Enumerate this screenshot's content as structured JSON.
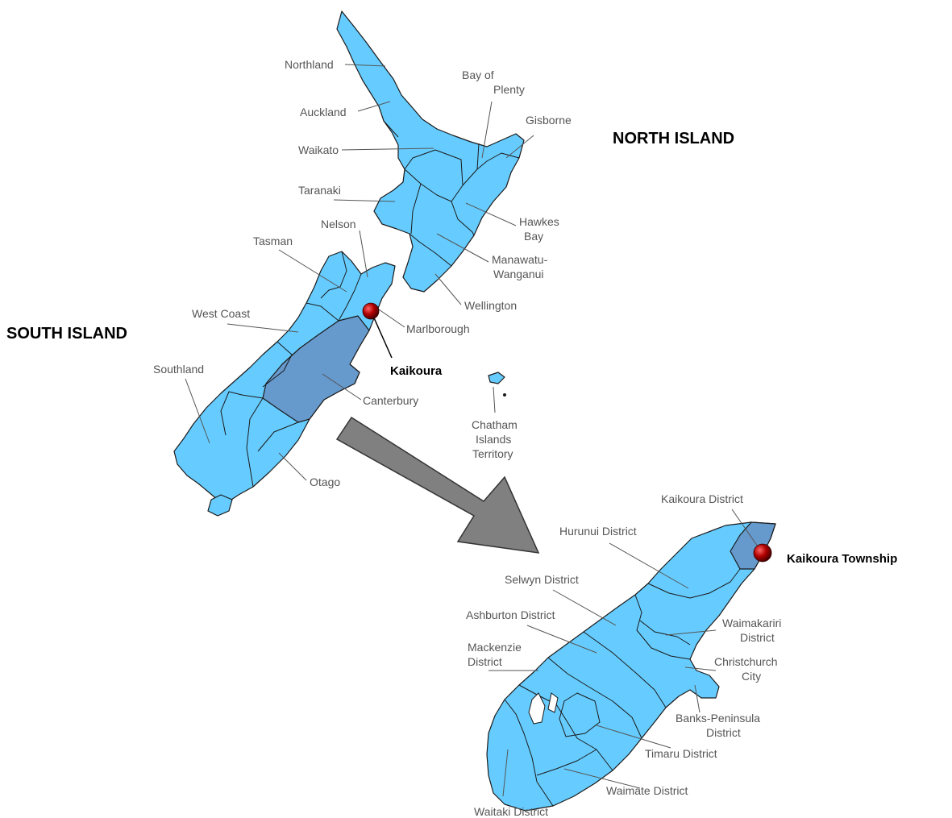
{
  "colors": {
    "land": "#66ccff",
    "highlight": "#6699cc",
    "arrow": "#808080",
    "marker": "#b00000",
    "label": "#555555"
  },
  "islands": {
    "north": "NORTH ISLAND",
    "south": "SOUTH ISLAND"
  },
  "nz_regions": {
    "northland": "Northland",
    "auckland": "Auckland",
    "waikato": "Waikato",
    "bay_of_plenty_1": "Bay of",
    "bay_of_plenty_2": "Plenty",
    "gisborne": "Gisborne",
    "taranaki": "Taranaki",
    "hawkes_1": "Hawkes",
    "hawkes_2": "Bay",
    "manawatu_1": "Manawatu-",
    "manawatu_2": "Wanganui",
    "wellington": "Wellington",
    "nelson": "Nelson",
    "tasman": "Tasman",
    "west_coast": "West Coast",
    "marlborough": "Marlborough",
    "southland": "Southland",
    "canterbury": "Canterbury",
    "otago": "Otago",
    "chatham_1": "Chatham",
    "chatham_2": "Islands",
    "chatham_3": "Territory"
  },
  "kaikoura": "Kaikoura",
  "districts": {
    "kaikoura_district": "Kaikoura District",
    "kaikoura_township": "Kaikoura Township",
    "hurunui": "Hurunui District",
    "selwyn": "Selwyn District",
    "ashburton": "Ashburton District",
    "mackenzie_1": "Mackenzie",
    "mackenzie_2": "District",
    "waimakariri_1": "Waimakariri",
    "waimakariri_2": "District",
    "christchurch_1": "Christchurch",
    "christchurch_2": "City",
    "banks_1": "Banks-Peninsula",
    "banks_2": "District",
    "timaru": "Timaru District",
    "waimate": "Waimate District",
    "waitaki": "Waitaki District"
  }
}
